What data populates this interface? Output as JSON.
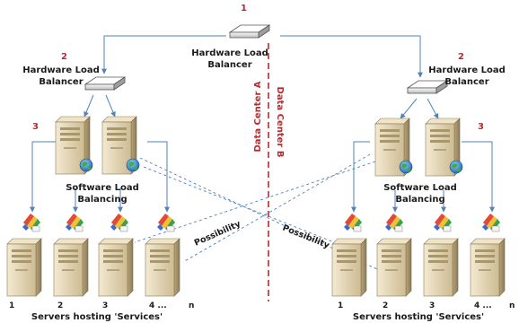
{
  "numbers": {
    "top_hlb": "1",
    "left_hlb": "2",
    "right_hlb": "2",
    "left_slb": "3",
    "right_slb": "3"
  },
  "hardware_lb": {
    "top_line1": "Hardware Load",
    "top_line2": "Balancer",
    "left_line1": "Hardware Load",
    "left_line2": "Balancer",
    "right_line1": "Hardware Load",
    "right_line2": "Balancer"
  },
  "software_lb": {
    "left_line1": "Software Load",
    "left_line2": "Balancing",
    "right_line1": "Software Load",
    "right_line2": "Balancing"
  },
  "data_centers": {
    "a": "Data Center A",
    "b": "Data Center B"
  },
  "possibility": {
    "left": "Possibility",
    "right": "Possibility"
  },
  "servers": {
    "left_indices": [
      "1",
      "2",
      "3",
      "4 ...",
      "n"
    ],
    "right_indices": [
      "1",
      "2",
      "3",
      "4 ...",
      "n"
    ],
    "left_caption": "Servers hosting 'Services'",
    "right_caption": "Servers hosting 'Services'"
  },
  "colors": {
    "accent_red": "#c0272d",
    "link_blue": "#4f81bd",
    "server_beige": "#e6d8b8"
  }
}
